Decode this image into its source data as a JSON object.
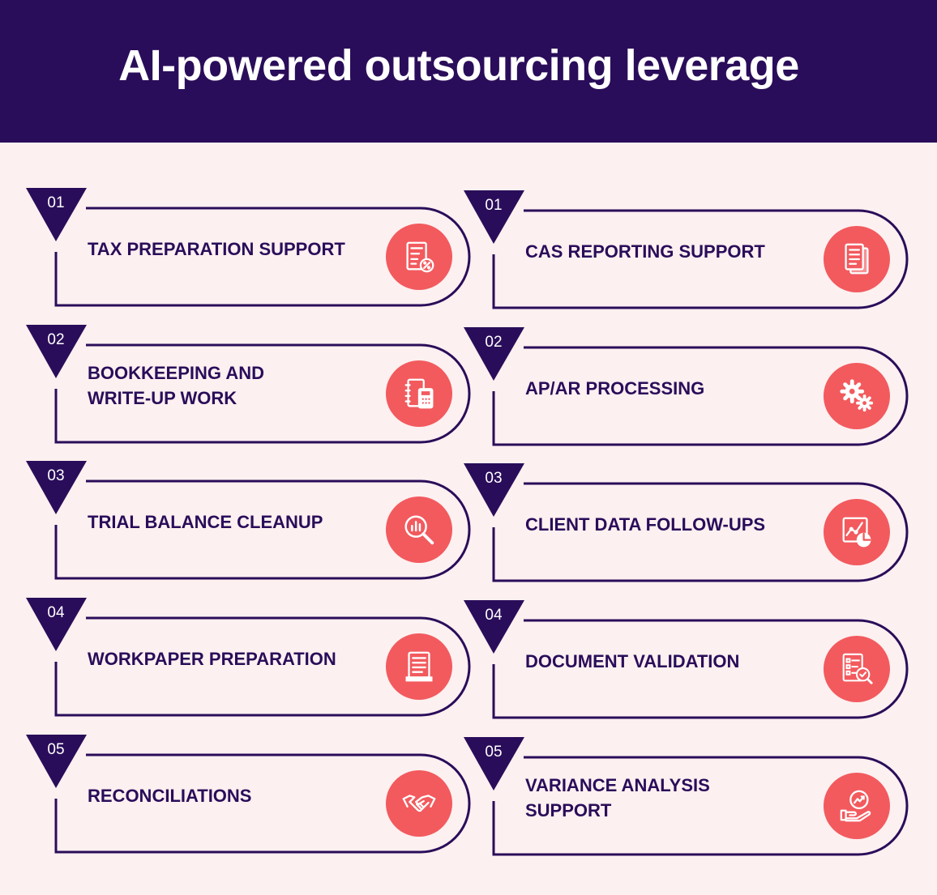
{
  "title": "AI-powered outsourcing leverage",
  "colors": {
    "header": "#2a0d5a",
    "background": "#fdf0f0",
    "accent": "#f25a5e",
    "text": "#2a0d5a"
  },
  "left": [
    {
      "number": "01",
      "label": "TAX PREPARATION SUPPORT",
      "icon": "tax-document-icon"
    },
    {
      "number": "02",
      "label": "BOOKKEEPING AND\nWRITE-UP WORK",
      "icon": "ledger-calculator-icon"
    },
    {
      "number": "03",
      "label": "TRIAL BALANCE CLEANUP",
      "icon": "magnifier-chart-icon"
    },
    {
      "number": "04",
      "label": "WORKPAPER PREPARATION",
      "icon": "paper-sheet-icon"
    },
    {
      "number": "05",
      "label": "RECONCILIATIONS",
      "icon": "handshake-icon"
    }
  ],
  "right": [
    {
      "number": "01",
      "label": "CAS REPORTING SUPPORT",
      "icon": "report-documents-icon"
    },
    {
      "number": "02",
      "label": "AP/AR PROCESSING",
      "icon": "gears-icon"
    },
    {
      "number": "03",
      "label": "CLIENT DATA FOLLOW-UPS",
      "icon": "data-chart-icon"
    },
    {
      "number": "04",
      "label": "DOCUMENT VALIDATION",
      "icon": "document-check-icon"
    },
    {
      "number": "05",
      "label": "VARIANCE ANALYSIS\nSUPPORT",
      "icon": "growth-hand-icon"
    }
  ]
}
